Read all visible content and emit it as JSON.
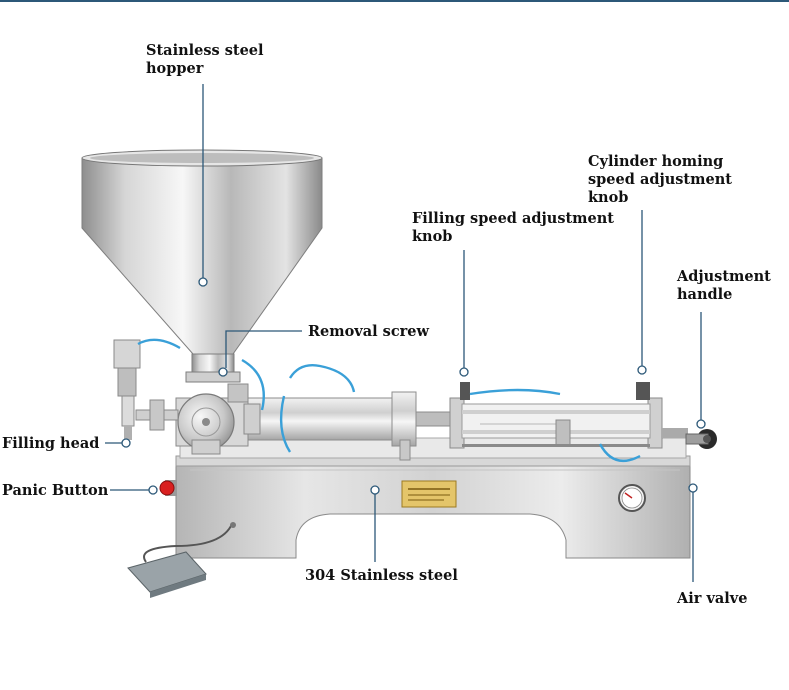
{
  "labels": {
    "hopper": {
      "line1": "Stainless steel",
      "line2": "hopper"
    },
    "removal_screw": "Removal screw",
    "filling_speed": {
      "line1": "Filling speed adjustment",
      "line2": "knob"
    },
    "cylinder_homing": {
      "line1": "Cylinder homing",
      "line2": "speed adjustment",
      "line3": "knob"
    },
    "adjustment_handle": {
      "line1": "Adjustment",
      "line2": "handle"
    },
    "filling_head": "Filling head",
    "panic_button": "Panic Button",
    "steel_304": "304 Stainless steel",
    "air_valve": "Air valve"
  },
  "colors": {
    "leader_line": "#2c5878",
    "rule": "#2c5878",
    "steel_light": "#eeeeee",
    "steel_dark": "#9a9a9a",
    "panic_red": "#d92020",
    "air_hose": "#3aa0d8"
  }
}
